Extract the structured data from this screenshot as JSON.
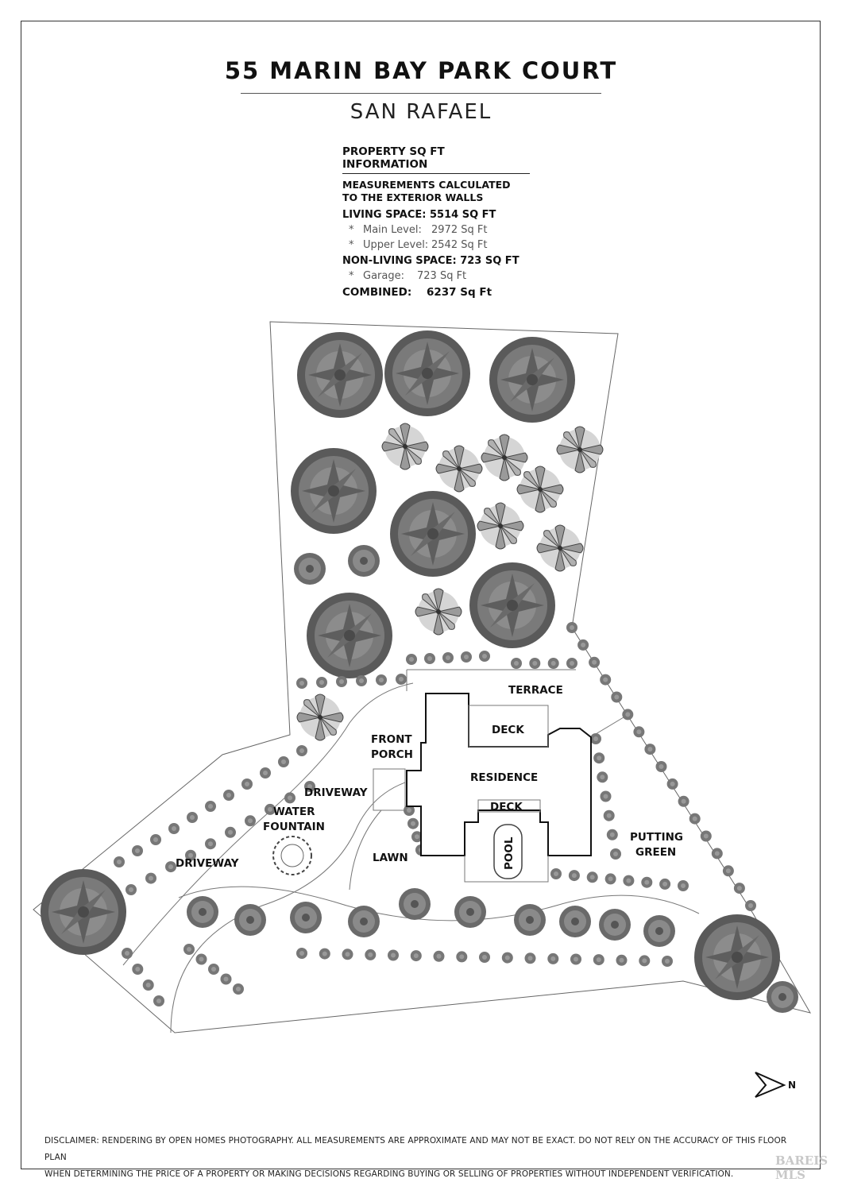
{
  "header": {
    "title": "55 MARIN BAY PARK COURT",
    "subtitle": "SAN RAFAEL"
  },
  "info": {
    "heading": "PROPERTY SQ FT INFORMATION",
    "measure_line1": "MEASUREMENTS CALCULATED",
    "measure_line2": "TO THE EXTERIOR WALLS",
    "living": "LIVING SPACE: 5514 SQ FT",
    "main_label": "Main Level:",
    "main_value": "2972 Sq Ft",
    "upper_label": "Upper Level:",
    "upper_value": "2542 Sq Ft",
    "nonliving": "NON-LIVING SPACE: 723 SQ FT",
    "garage_label": "Garage:",
    "garage_value": "723 Sq Ft",
    "combined_label": "COMBINED:",
    "combined_value": "6237  Sq Ft",
    "bullet": "*"
  },
  "labels": {
    "terrace": "TERRACE",
    "deck_upper": "DECK",
    "front": "FRONT",
    "porch": "PORCH",
    "residence": "RESIDENCE",
    "deck_lower": "DECK",
    "driveway_upper": "DRIVEWAY",
    "water": "WATER",
    "fountain": "FOUNTAIN",
    "driveway_lower": "DRIVEWAY",
    "lawn": "LAWN",
    "pool": "POOL",
    "putting": "PUTTING",
    "green": "GREEN"
  },
  "compass": {
    "letter": "N"
  },
  "disclaimer": {
    "line1": "DISCLAIMER: RENDERING BY OPEN HOMES PHOTOGRAPHY. ALL MEASUREMENTS ARE APPROXIMATE AND MAY NOT BE EXACT. DO NOT RELY ON THE ACCURACY OF THIS FLOOR PLAN",
    "line2": "WHEN DETERMINING THE PRICE OF A PROPERTY OR MAKING DECISIONS REGARDING BUYING OR SELLING OF PROPERTIES WITHOUT INDEPENDENT VERIFICATION."
  },
  "watermark": "BAREIS MLS",
  "colors": {
    "tree": "#6e6e6e",
    "tree_dark": "#3a3a3a",
    "line": "#555555",
    "building": "#111111"
  }
}
